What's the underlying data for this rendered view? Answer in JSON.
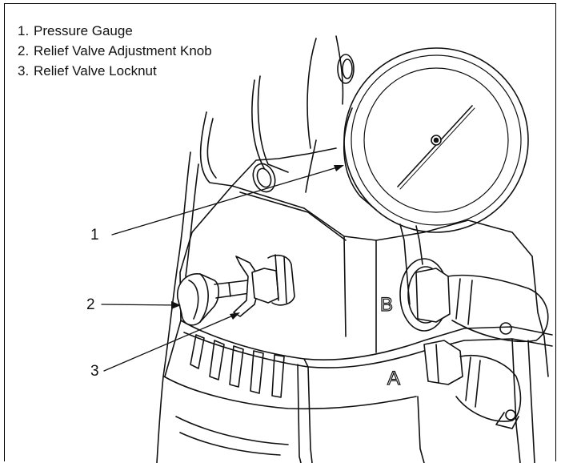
{
  "legend": [
    {
      "number": "1.",
      "text": "Pressure Gauge"
    },
    {
      "number": "2.",
      "text": "Relief Valve Adjustment Knob"
    },
    {
      "number": "3.",
      "text": "Relief Valve Locknut"
    }
  ],
  "callouts": {
    "c1": "1",
    "c2": "2",
    "c3": "3"
  },
  "ports": {
    "b": "B",
    "a": "A"
  }
}
